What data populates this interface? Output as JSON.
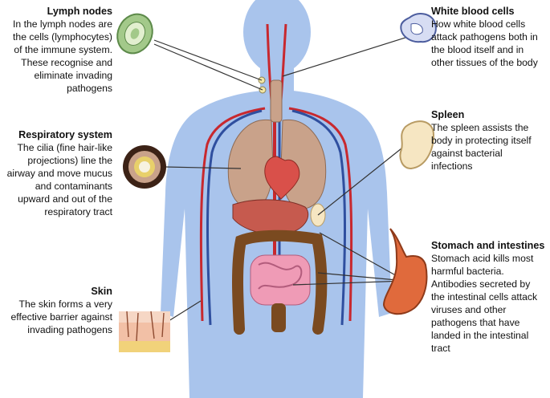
{
  "labels": {
    "lymph": {
      "title": "Lymph nodes",
      "text": "In the lymph nodes are the cells (lymphocytes) of the immune system. These recognise and eliminate invading pathogens"
    },
    "respiratory": {
      "title": "Respiratory system",
      "text": "The cilia (fine hair-like projections) line the airway and move mucus and contaminants upward and out of the respiratory tract"
    },
    "skin": {
      "title": "Skin",
      "text": "The skin forms a very effective barrier against invading pathogens"
    },
    "wbc": {
      "title": "White blood cells",
      "text": "How white blood cells attack pathogens both in the blood itself and in other tissues of the body"
    },
    "spleen": {
      "title": "Spleen",
      "text": "The spleen assists the body in protecting itself against bacterial infections"
    },
    "stomach": {
      "title": "Stomach and intestines",
      "text": "Stomach acid kills most harmful bacteria. Antibodies secreted by the intestinal cells attack viruses and other pathogens that have landed in the intestinal tract"
    }
  },
  "colors": {
    "body": "#a9c4ec",
    "lungs": "#c9a28a",
    "heart": "#d9504a",
    "liver": "#c65a4e",
    "intestine_large": "#7a4a20",
    "intestine_small": "#ef9bb6",
    "stomach": "#e06a3c",
    "spleen": "#f6e6c2",
    "artery": "#c8282e",
    "vein": "#2f4f9f"
  }
}
